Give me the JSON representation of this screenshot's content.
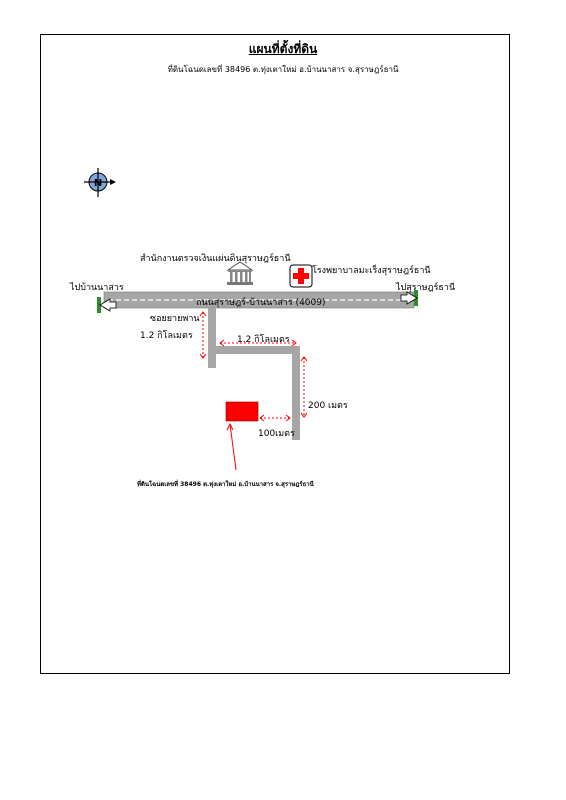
{
  "title": "แผนที่ตั้งที่ดิน",
  "subtitle": "ที่ดินโฉนดเลขที่ 38496 ต.ทุ่งเตาใหม่ อ.บ้านนาสาร จ.สุราษฎร์ธานี",
  "labels": {
    "land_office": "สำนักงานตรวจเงินแผ่นดินสุราษฎร์ธานี",
    "hospital": "โรงพยาบาลมะเร็งสุราษฎร์ธานี",
    "to_ban_na_san": "ไปบ้านนาสาร",
    "to_surat": "ไปสุราษฎร์ธานี",
    "main_road": "ถนนสุราษฎร์-บ้านนาสาร (4009)",
    "soi": "ซอยยายพาน",
    "dist_1": "1.2 กิโลเมตร",
    "dist_2": "1.2 กิโลเมตร",
    "dist_3": "200 เมตร",
    "dist_4": "100เมตร",
    "plot_note": "ที่ดินโฉนดเลขที่ 38496 ต.ทุ่งเตาใหม่ อ.บ้านนาสาร จ.สุราษฎร์ธานี"
  },
  "icons": {
    "compass": "compass-icon",
    "government": "government-building-icon",
    "hospital": "hospital-cross-icon",
    "arrow_left": "arrow-left-icon",
    "arrow_right": "arrow-right-icon"
  },
  "colors": {
    "road": "#a6a6a6",
    "road_center": "#ffffff",
    "plot": "#ff0000",
    "dimension": "#ff0000",
    "arrow_head": "#2e8b2e",
    "cross": "#ff0000",
    "compass_fill": "#7fa7d9"
  }
}
